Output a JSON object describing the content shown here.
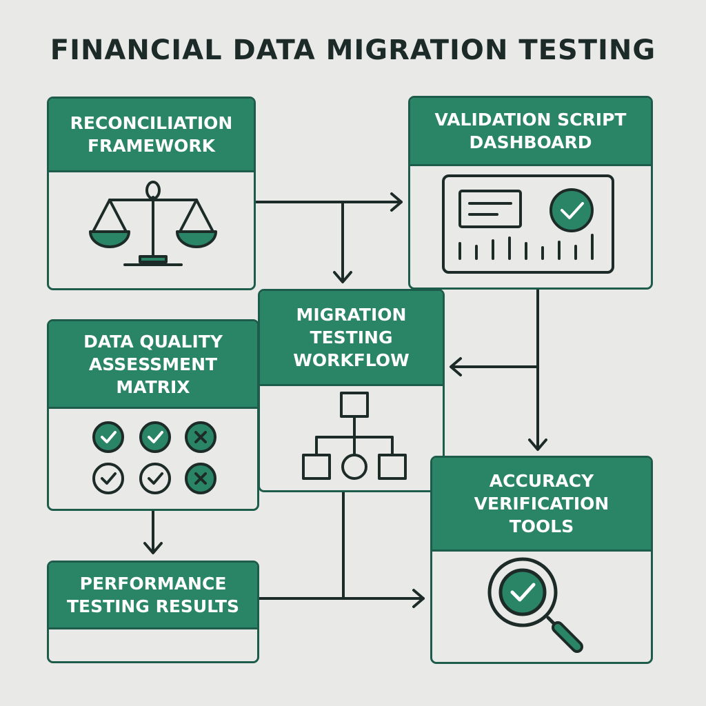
{
  "title": "FINANCIAL DATA MIGRATION TESTING",
  "colors": {
    "accent": "#2a8466",
    "border": "#1d5b4a",
    "ink": "#1c2b27",
    "background": "#e9e9e8"
  },
  "nodes": {
    "reconciliation": {
      "label_lines": [
        "RECONCILIATION",
        "FRAMEWORK"
      ],
      "icon": "balance-scale-icon"
    },
    "validation": {
      "label_lines": [
        "VALIDATION SCRIPT",
        "DASHBOARD"
      ],
      "icon": "dashboard-icon"
    },
    "workflow": {
      "label_lines": [
        "MIGRATION",
        "TESTING",
        "WORKFLOW"
      ],
      "icon": "flowchart-icon"
    },
    "quality": {
      "label_lines": [
        "DATA QUALITY",
        "ASSESSMENT",
        "MATRIX"
      ],
      "icon": "check-matrix-icon"
    },
    "accuracy": {
      "label_lines": [
        "ACCURACY",
        "VERIFICATION",
        "TOOLS"
      ],
      "icon": "magnifier-check-icon"
    },
    "performance": {
      "label_lines": [
        "PERFORMANCE",
        "TESTING RESULTS"
      ],
      "icon": ""
    }
  }
}
